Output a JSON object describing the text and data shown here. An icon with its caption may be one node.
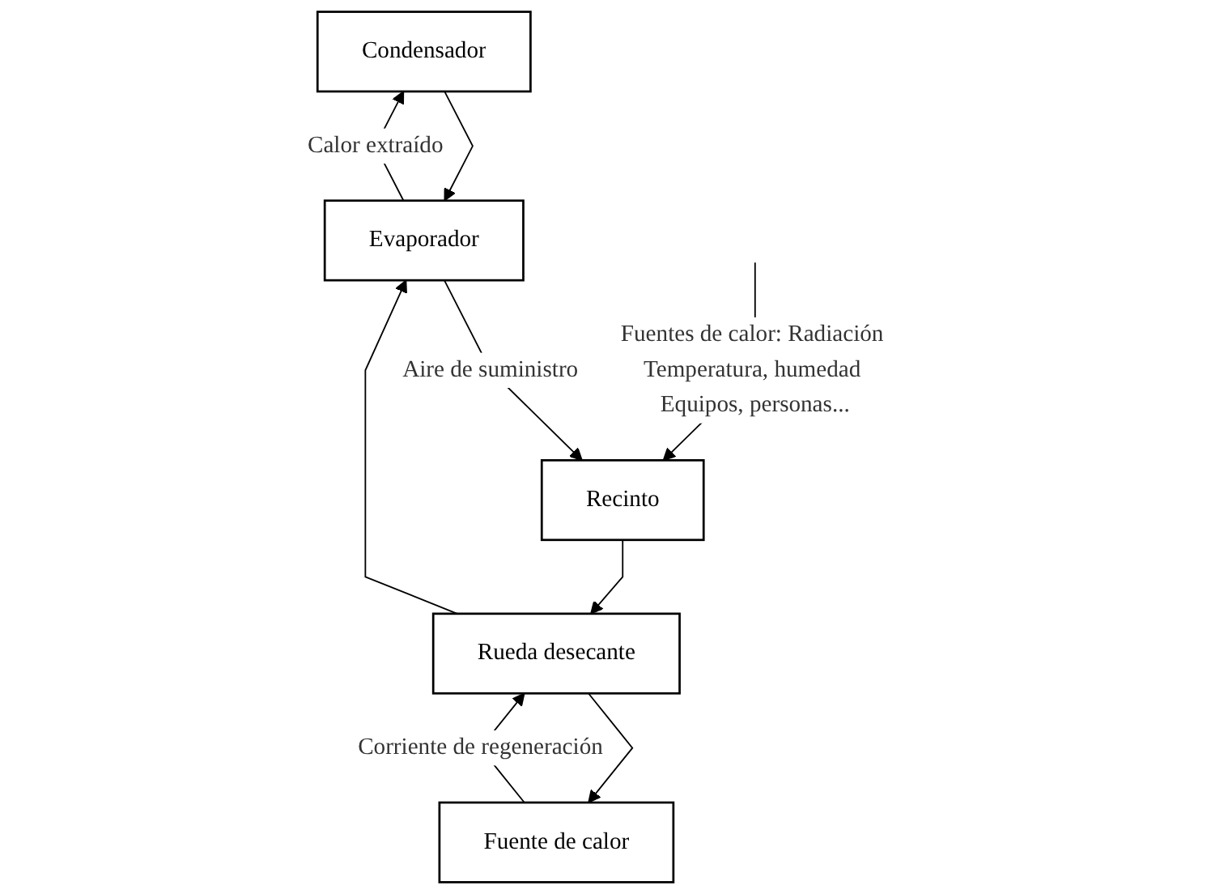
{
  "diagram": {
    "nodes": [
      {
        "text": [
          "Condensador"
        ]
      },
      {
        "text": [
          "Fuente de calor"
        ]
      },
      {
        "text": [
          "Evaporador"
        ]
      },
      {
        "text": [
          "Rueda desecante"
        ]
      },
      {
        "text": [
          "Recinto"
        ]
      }
    ],
    "edges": [
      {
        "from": 0,
        "to": 2,
        "arrow": "to"
      },
      {
        "from": 2,
        "to": 0,
        "arrow": "to",
        "label": "Calor extraído"
      },
      {
        "from": 1,
        "to": 3,
        "arrow": "to",
        "label": "Corriente de regeneración"
      },
      {
        "from": 3,
        "to": 1,
        "arrow": "to"
      },
      {
        "from": 3,
        "to": 2,
        "arrow": "to"
      },
      {
        "from": 2,
        "to": 4,
        "arrow": "to",
        "label": "Aire de suministro"
      },
      {
        "from": 4,
        "to": 3,
        "arrow": "to"
      },
      {
        "from": null,
        "to": 4,
        "arrow": "to",
        "label": "Fuentes de calor: Radiación Temperatura, humedad Equipos, personas..."
      }
    ]
  }
}
